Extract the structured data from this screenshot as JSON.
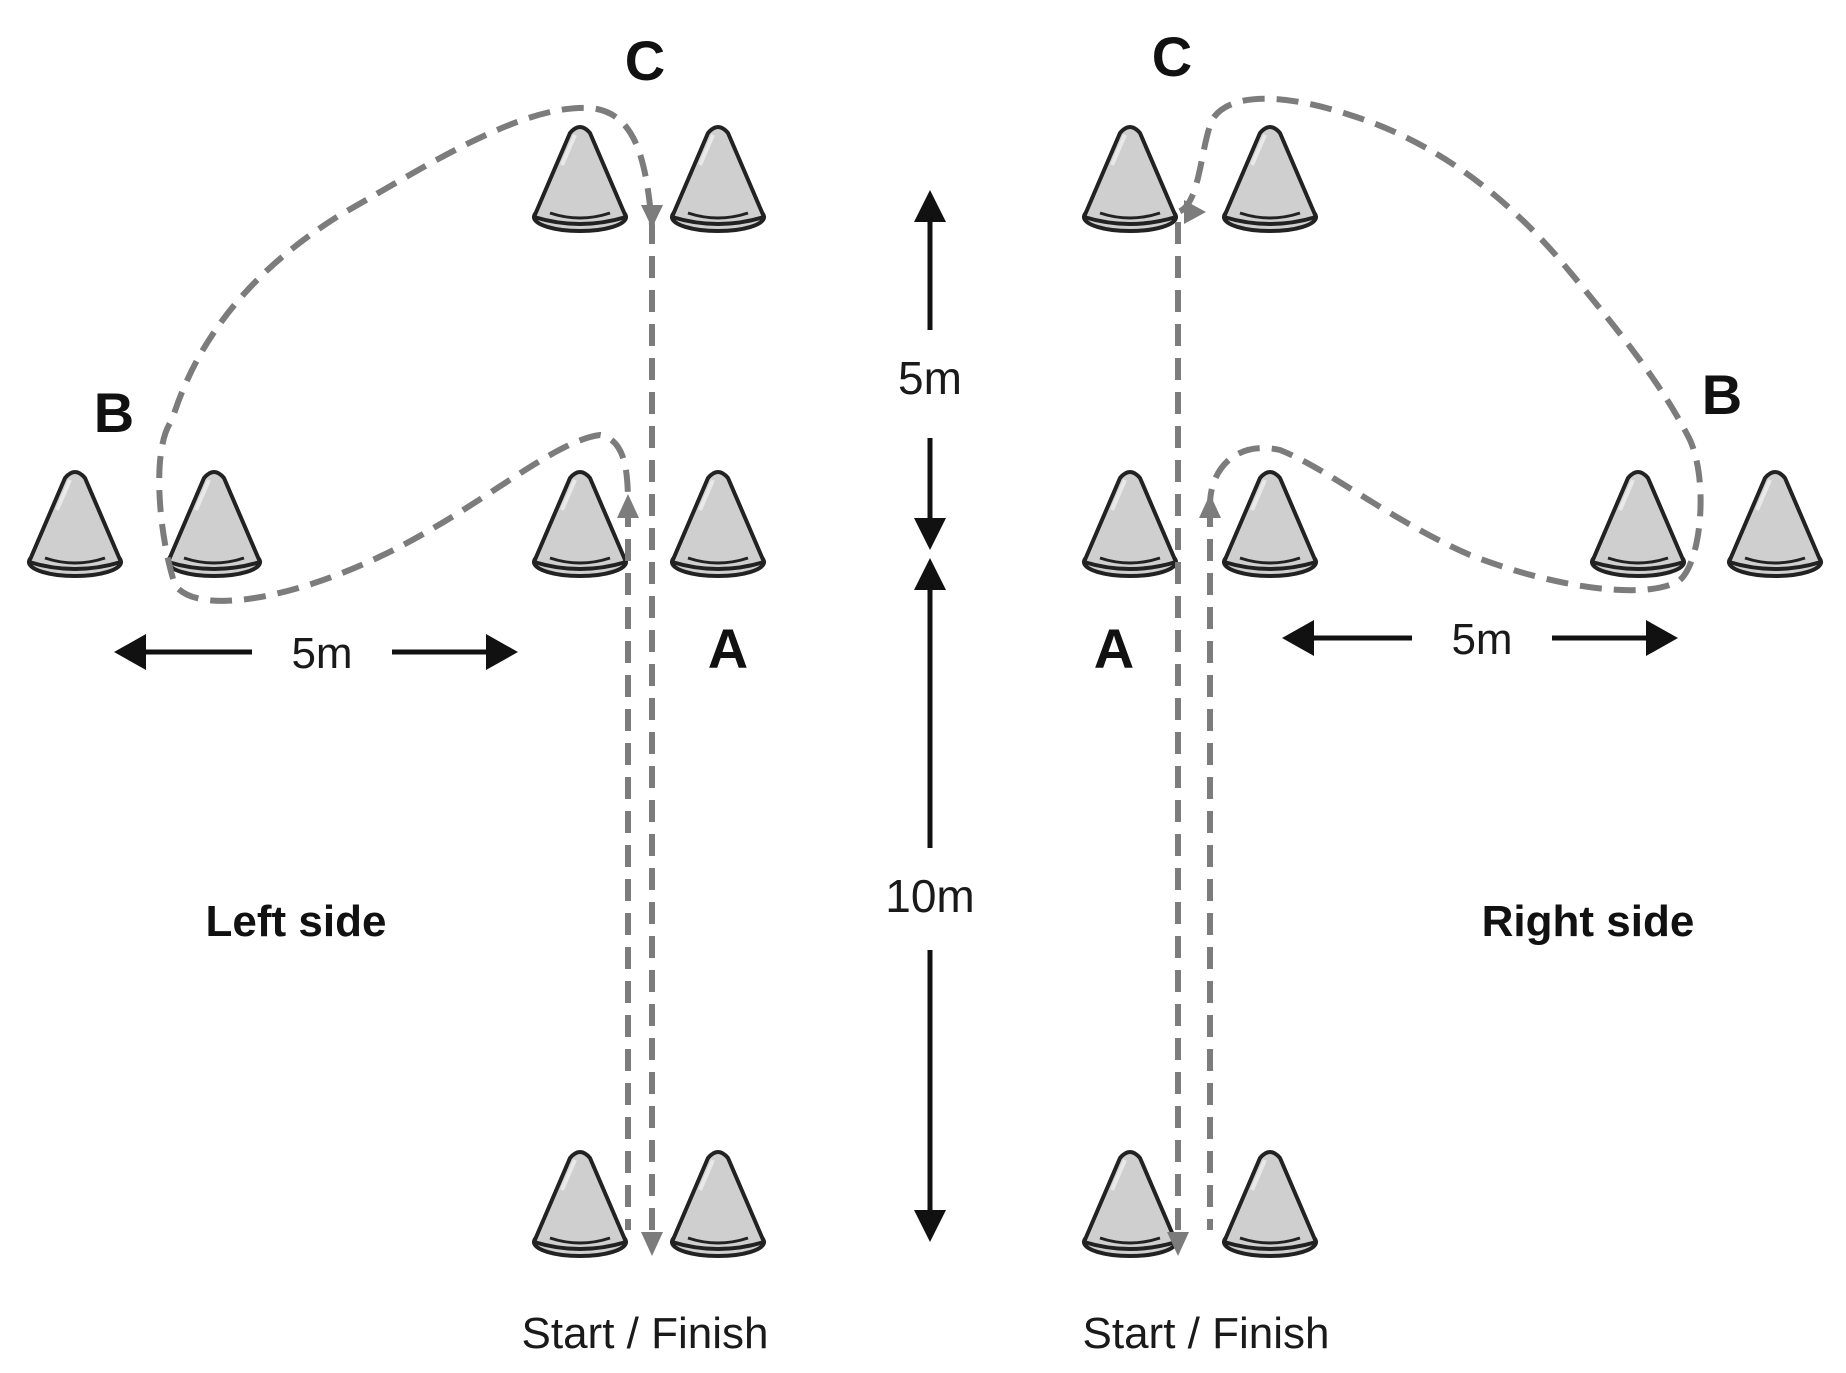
{
  "left_diagram": {
    "label_c": "C",
    "label_b": "B",
    "label_a": "A",
    "distance_horizontal": "5m",
    "side_label": "Left side",
    "start_label": "Start / Finish"
  },
  "right_diagram": {
    "label_c": "C",
    "label_b": "B",
    "label_a": "A",
    "distance_horizontal": "5m",
    "side_label": "Right side",
    "start_label": "Start / Finish"
  },
  "center_scale": {
    "distance_upper": "5m",
    "distance_lower": "10m"
  },
  "colors": {
    "cone_fill": "#cfcfcf",
    "cone_stroke": "#222222",
    "path_dashed": "#7c7c7c",
    "measure": "#111111"
  }
}
